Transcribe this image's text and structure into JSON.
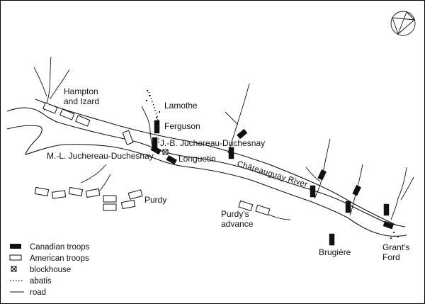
{
  "map": {
    "labels": {
      "hampton_izard_1": "Hampton",
      "hampton_izard_2": "and Izard",
      "lamothe": "Lamothe",
      "ferguson": "Ferguson",
      "jb_juchereau": "J.-B. Juchereau-Duchesnay",
      "ml_juchereau": "M.-L. Juchereau-Duchesnay",
      "longuetin": "Longuetin",
      "river": "Châteauguay River",
      "purdy": "Purdy",
      "purdys_advance_1": "Purdy's",
      "purdys_advance_2": "advance",
      "brugiere": "Brugière",
      "grants_ford_1": "Grant's",
      "grants_ford_2": "Ford"
    },
    "compass": {
      "icon": "compass-rose-icon"
    },
    "colors": {
      "ink": "#111111",
      "paper": "#ffffff",
      "river_fill": "#ffffff"
    }
  },
  "legend": {
    "items": [
      {
        "symbol": "filled-rectangle",
        "label": "Canadian troops"
      },
      {
        "symbol": "outlined-rectangle",
        "label": "American troops"
      },
      {
        "symbol": "boxed-x",
        "label": "blockhouse"
      },
      {
        "symbol": "dotted-line",
        "label": "abatis"
      },
      {
        "symbol": "solid-line",
        "label": "road"
      }
    ]
  }
}
